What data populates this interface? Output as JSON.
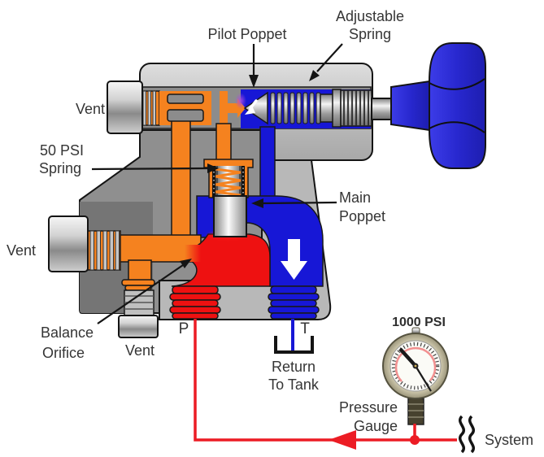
{
  "labels": {
    "pilot_poppet": "Pilot Poppet",
    "adjustable_spring_line1": "Adjustable",
    "adjustable_spring_line2": "Spring",
    "vent_top": "Vent",
    "psi_spring_line1": "50 PSI",
    "psi_spring_line2": "Spring",
    "main_poppet_line1": "Main",
    "main_poppet_line2": "Poppet",
    "vent_left": "Vent",
    "balance_orifice_line1": "Balance",
    "balance_orifice_line2": "Orifice",
    "vent_bottom": "Vent",
    "port_pressure": "P",
    "port_tank": "T",
    "return_line1": "Return",
    "return_line2": "To Tank",
    "gauge_reading": "1000 PSI",
    "pressure_gauge_line1": "Pressure",
    "pressure_gauge_line2": "Gauge",
    "system": "System"
  },
  "colors": {
    "pilot_oil_orange": "#F5821F",
    "pressure_oil_red": "#EE1111",
    "circuit_line_red": "#EC1C24",
    "tank_oil_blue": "#1717D6",
    "knob_blue": "#2A2AD8",
    "body_gray": "#8F8F8F",
    "body_gray_dark": "#757575",
    "body_gray_light": "#B8B8B8",
    "cap_gray": "#C4C4C4",
    "gauge_ring": "#B3AD92",
    "gauge_face": "#FBFBF6"
  }
}
